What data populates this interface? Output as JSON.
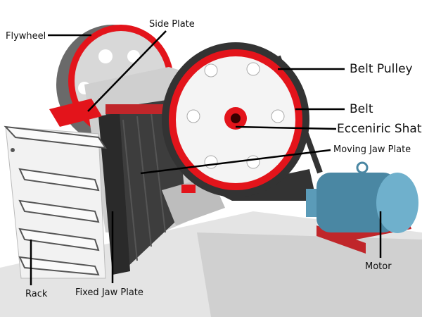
{
  "labels": {
    "flywheel": "Flywheel",
    "side_plate": "Side Plate",
    "belt_pulley": "Belt Pulley",
    "belt": "Belt",
    "eccentric_shaft": "Ecceniric Shat",
    "moving_jaw_plate": "Moving Jaw Plate",
    "motor": "Motor",
    "rack": "Rack",
    "fixed_jaw_plate": "Fixed Jaw Plate"
  },
  "colors": {
    "accent_red": "#e3141b",
    "motor_blue": "#5b9bb8",
    "frame_gray": "#d9d9d9",
    "belt_dark": "#333333"
  }
}
